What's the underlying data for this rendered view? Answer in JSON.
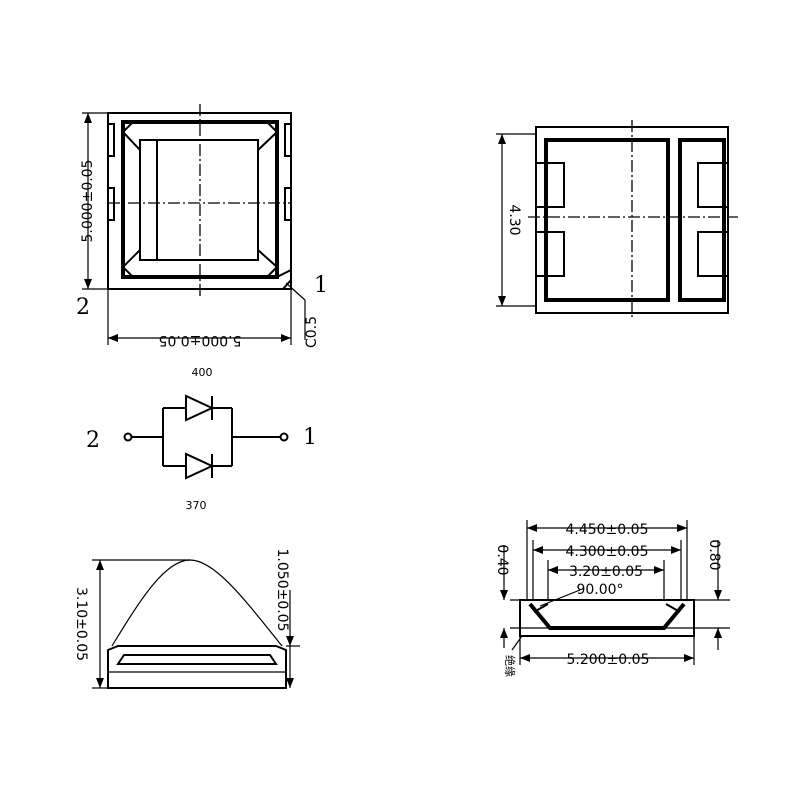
{
  "top_view": {
    "height_dim": "5.000±0.05",
    "width_dim": "5.000±0.05",
    "chamfer_dim": "C0.5",
    "pin1_label": "1",
    "pin2_label": "2"
  },
  "bottom_view": {
    "height_dim": "4.30"
  },
  "schematic": {
    "upper_value": "400",
    "lower_value": "370",
    "left_pin": "2",
    "right_pin": "1"
  },
  "side_view": {
    "total_height_dim": "3.10±0.05",
    "body_height_dim": "1.050±0.05"
  },
  "section_view": {
    "dim_4450": "4.450±0.05",
    "dim_4300": "4.300±0.05",
    "dim_320": "3.20±0.05",
    "angle": "90.00°",
    "dim_5200": "5.200±0.05",
    "left_height": "0.40",
    "right_height": "0.80",
    "side_note": "绝缘"
  }
}
